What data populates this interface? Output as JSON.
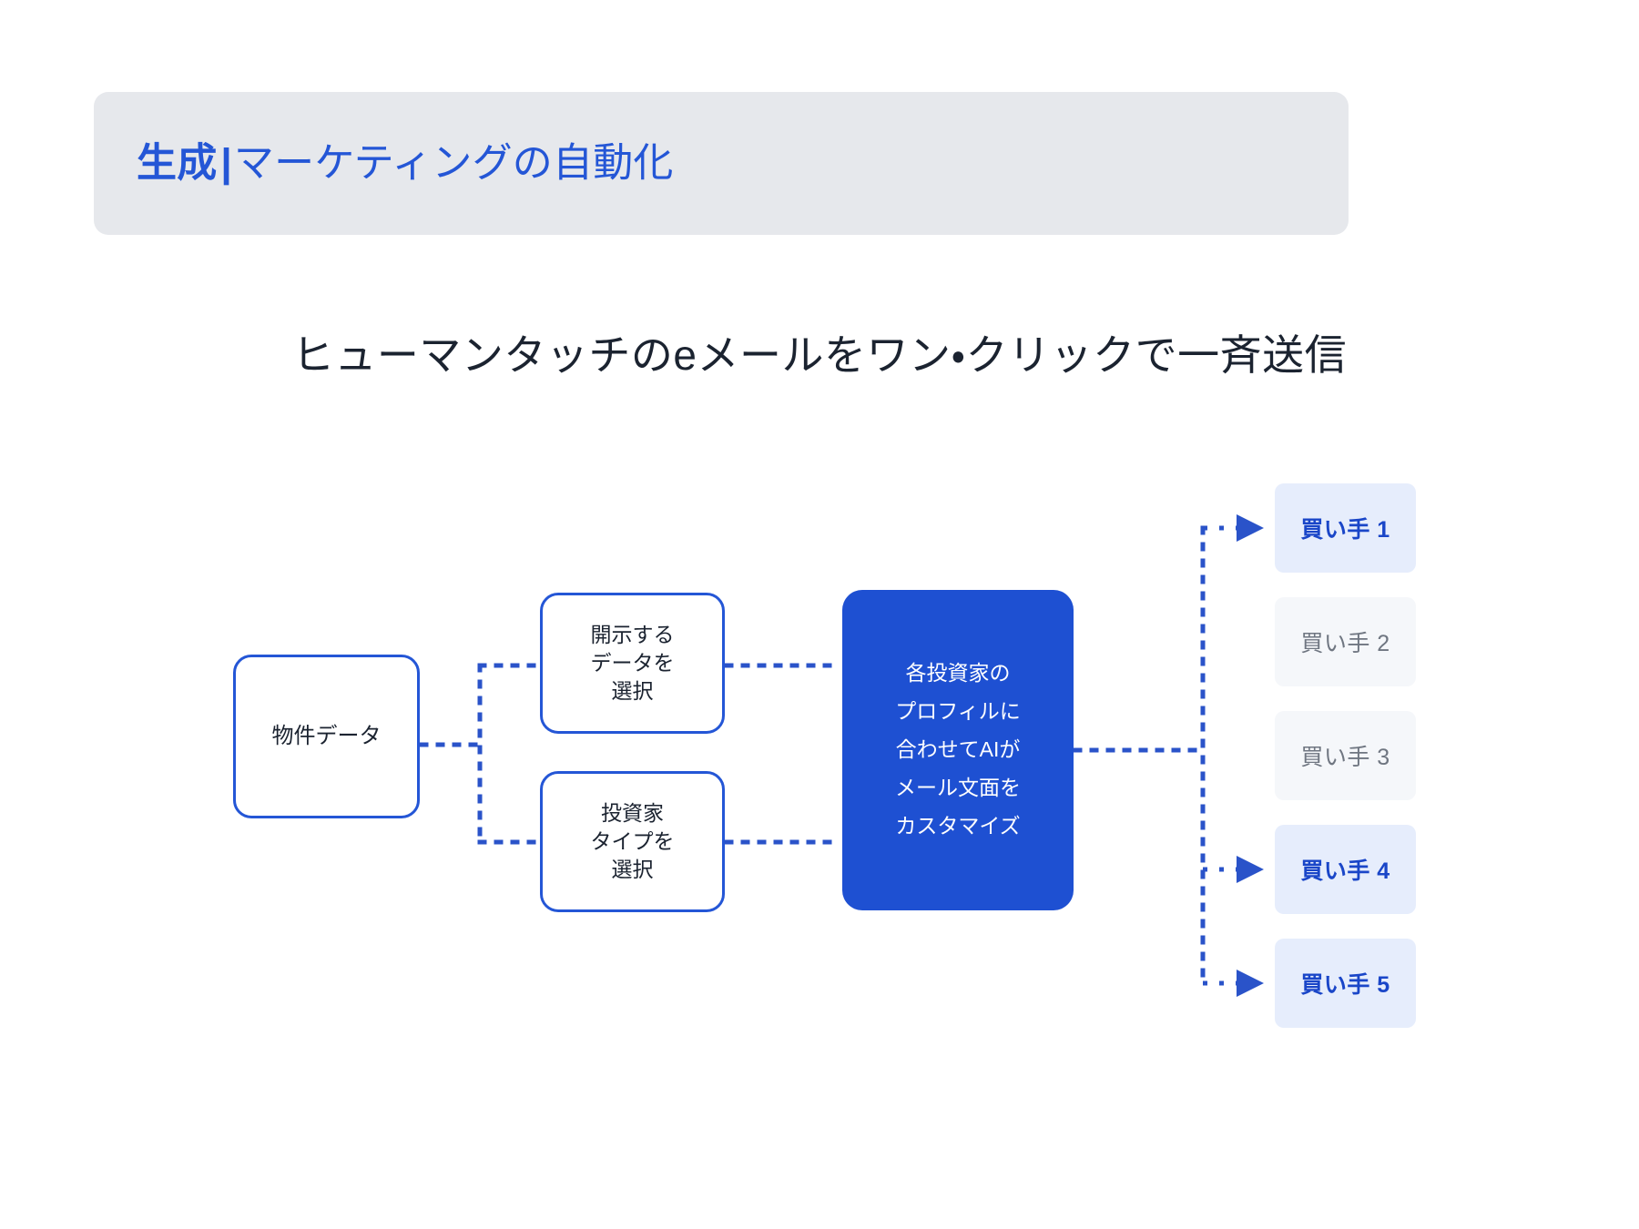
{
  "header": {
    "title_strong": "生成",
    "title_separator": "|",
    "title_rest": "マーケティングの自動化",
    "banner_color": "#e6e8ec",
    "accent_color": "#2456d6"
  },
  "subtitle": "ヒューマンタッチのeメールをワン・クリックで一斉送信",
  "diagram": {
    "source_node": {
      "label": "物件データ"
    },
    "step_nodes": [
      {
        "lines": [
          "開示する",
          "データを",
          "選択"
        ]
      },
      {
        "lines": [
          "投資家",
          "タイプを",
          "選択"
        ]
      }
    ],
    "ai_node": {
      "lines": [
        "各投資家の",
        "プロフィルに",
        "合わせてAIが",
        "メール文面を",
        "カスタマイズ"
      ],
      "fill_color": "#1e50d2",
      "text_color": "#ffffff"
    },
    "buyer_cards": [
      {
        "label": "買い手 1",
        "state": "active"
      },
      {
        "label": "買い手 2",
        "state": "inactive"
      },
      {
        "label": "買い手 3",
        "state": "inactive"
      },
      {
        "label": "買い手 4",
        "state": "active"
      },
      {
        "label": "買い手 5",
        "state": "active"
      }
    ],
    "connector_color": "#2a53c9",
    "active_card_bg": "#e6edfc",
    "inactive_card_bg": "#f5f7fa",
    "active_card_text": "#1a46c8",
    "inactive_card_text": "#6f7681"
  }
}
